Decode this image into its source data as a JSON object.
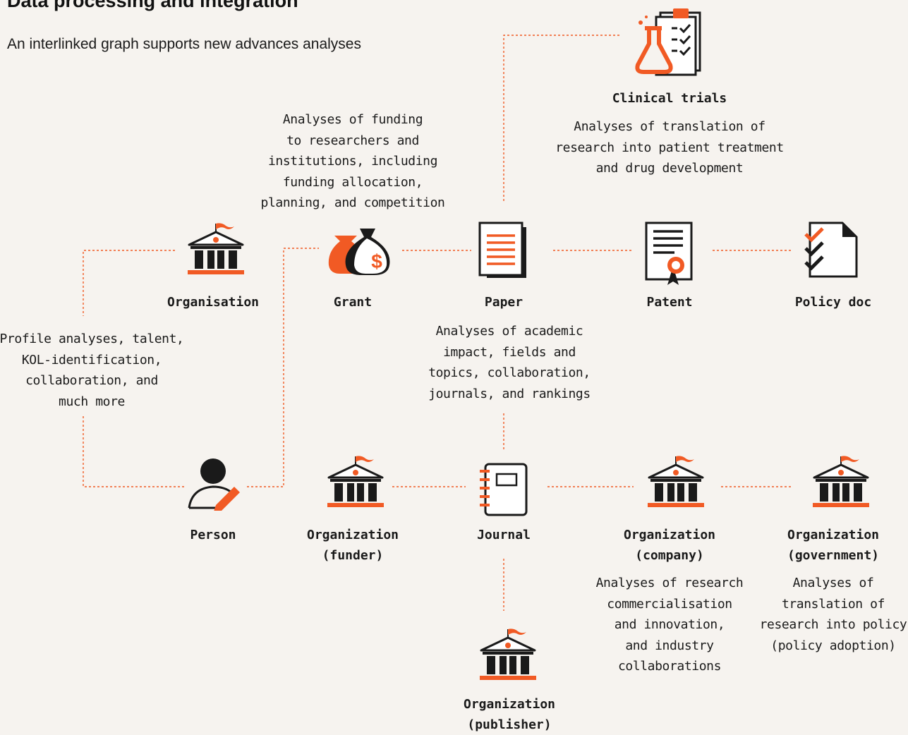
{
  "header": {
    "title": "Data processing and integration",
    "subtitle": "An interlinked graph supports new advances analyses"
  },
  "colors": {
    "background": "#f6f3ef",
    "accent": "#f15a24",
    "ink": "#1a1a1a",
    "connector": "#f15a24"
  },
  "nodes": {
    "clinical_trials": {
      "label": "Clinical trials",
      "icon": "flask-checklist-icon",
      "description": "Analyses of translation of\nresearch into patient treatment\nand drug development"
    },
    "grant": {
      "label": "Grant",
      "icon": "money-bags-icon",
      "description": "Analyses of funding\nto researchers and\ninstitutions, including\nfunding allocation,\nplanning, and competition"
    },
    "organisation": {
      "label": "Organisation",
      "icon": "institution-building-icon",
      "description": "Profile analyses, talent,\nKOL-identification,\ncollaboration, and\nmuch more"
    },
    "paper": {
      "label": "Paper",
      "icon": "document-stack-icon",
      "description": "Analyses of academic\nimpact, fields and\ntopics, collaboration,\njournals, and rankings"
    },
    "patent": {
      "label": "Patent",
      "icon": "certificate-icon"
    },
    "policy_doc": {
      "label": "Policy doc",
      "icon": "checklist-document-icon"
    },
    "person": {
      "label": "Person",
      "icon": "person-pen-icon"
    },
    "org_funder": {
      "label": "Organization\n(funder)",
      "icon": "institution-building-icon"
    },
    "journal": {
      "label": "Journal",
      "icon": "notebook-icon"
    },
    "org_company": {
      "label": "Organization\n(company)",
      "icon": "institution-building-icon",
      "description": "Analyses of research\ncommercialisation\nand innovation,\nand industry\ncollaborations"
    },
    "org_government": {
      "label": "Organization\n(government)",
      "icon": "institution-building-icon",
      "description": "Analyses of\ntranslation of\nresearch into policy\n(policy adoption)"
    },
    "org_publisher": {
      "label": "Organization\n(publisher)",
      "icon": "institution-building-icon"
    }
  }
}
